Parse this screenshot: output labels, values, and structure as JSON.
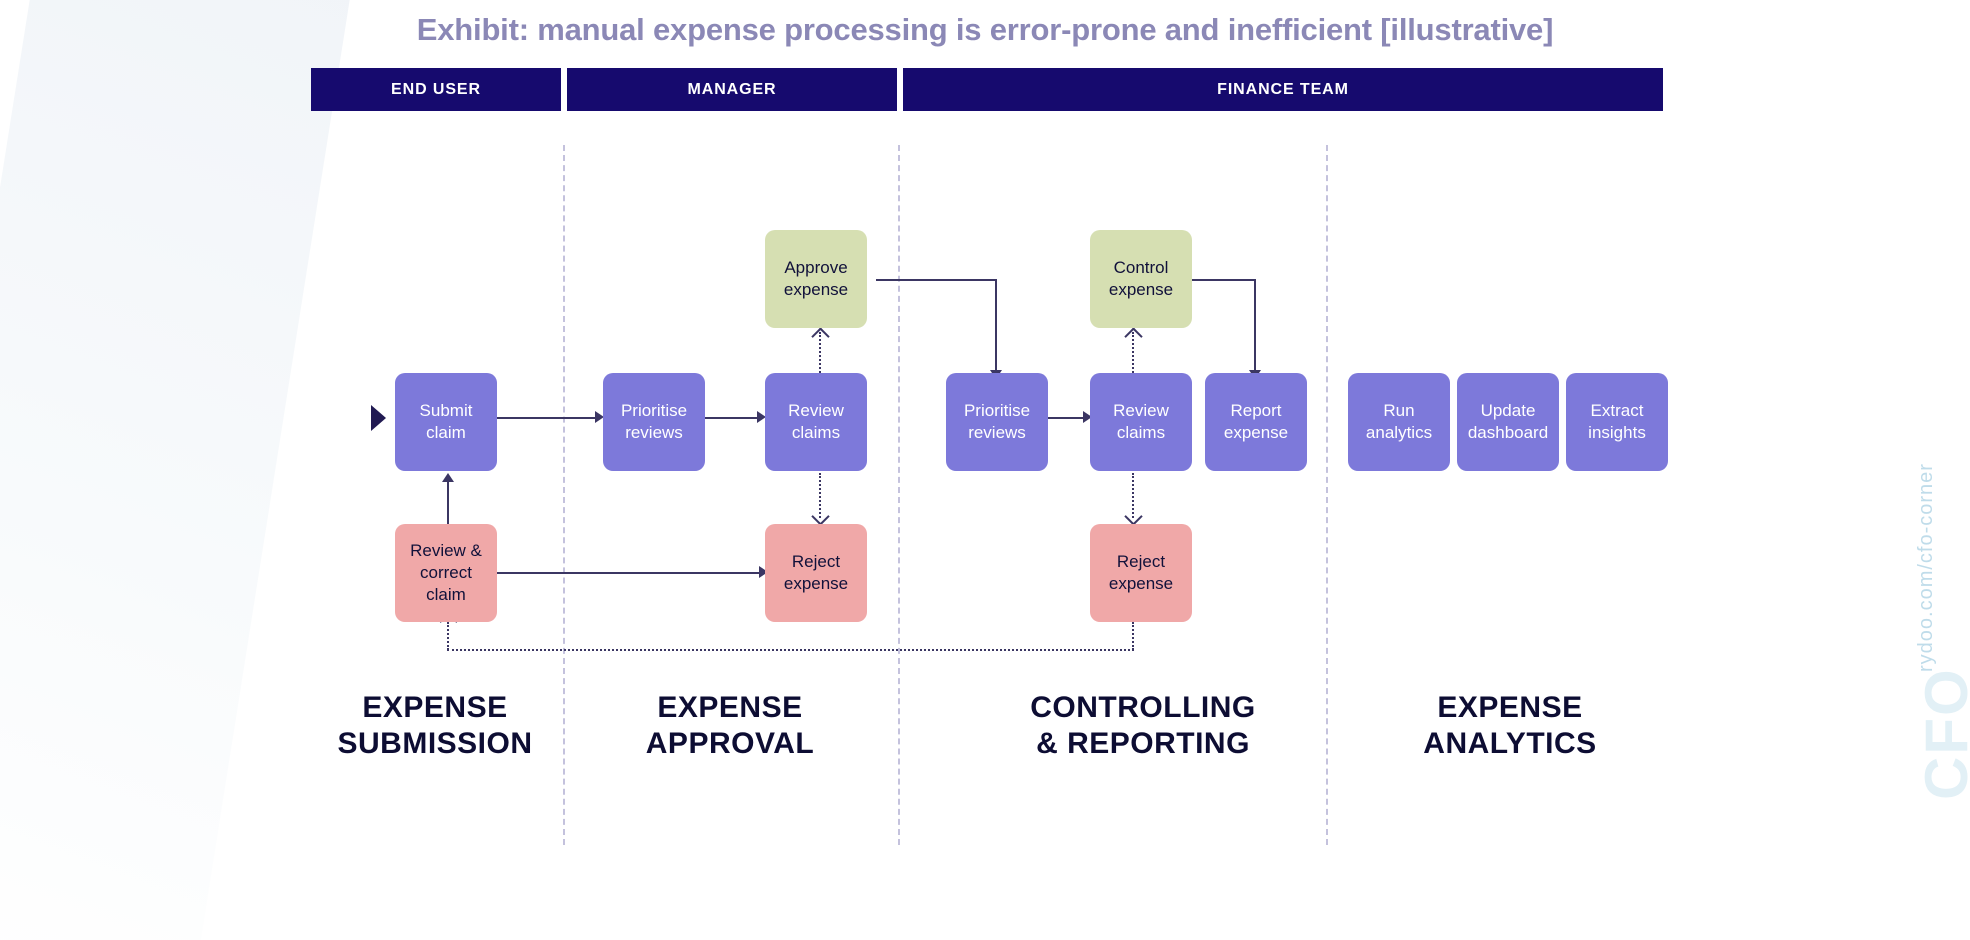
{
  "title": "Exhibit: manual expense processing is error-prone and inefficient [illustrative]",
  "colors": {
    "title": "#8b88b6",
    "role_bar": "#160a6e",
    "node_purple": "#7d79da",
    "node_green": "#d6dfb2",
    "node_pink": "#f0a8a8",
    "connector": "#3b3663",
    "divider": "#c4c2dd",
    "caption": "#0d0d33",
    "watermark": "#bfdcea"
  },
  "role_bars": [
    {
      "label": "END USER"
    },
    {
      "label": "MANAGER"
    },
    {
      "label": "FINANCE TEAM"
    }
  ],
  "nodes": {
    "submit_claim": {
      "line1": "Submit",
      "line2": "claim"
    },
    "prioritise_mgr": {
      "line1": "Prioritise",
      "line2": "reviews"
    },
    "review_claims_mgr": {
      "line1": "Review",
      "line2": "claims"
    },
    "approve_expense": {
      "line1": "Approve",
      "line2": "expense"
    },
    "reject_expense_mgr": {
      "line1": "Reject",
      "line2": "expense"
    },
    "review_correct": {
      "line1": "Review &",
      "line2": "correct",
      "line3": "claim"
    },
    "prioritise_fin": {
      "line1": "Prioritise",
      "line2": "reviews"
    },
    "review_claims_fin": {
      "line1": "Review",
      "line2": "claims"
    },
    "control_expense": {
      "line1": "Control",
      "line2": "expense"
    },
    "reject_expense_fin": {
      "line1": "Reject",
      "line2": "expense"
    },
    "report_expense": {
      "line1": "Report",
      "line2": "expense"
    },
    "run_analytics": {
      "line1": "Run",
      "line2": "analytics"
    },
    "update_dashboard": {
      "line1": "Update",
      "line2": "dashboard"
    },
    "extract_insights": {
      "line1": "Extract",
      "line2": "insights"
    }
  },
  "stage_captions": [
    {
      "line1": "EXPENSE",
      "line2": "SUBMISSION"
    },
    {
      "line1": "EXPENSE",
      "line2": "APPROVAL"
    },
    {
      "line1": "CONTROLLING",
      "line2": "& REPORTING"
    },
    {
      "line1": "EXPENSE",
      "line2": "ANALYTICS"
    }
  ],
  "watermark": {
    "url": "rydoo.com/cfo-corner",
    "logo": "CFO"
  }
}
